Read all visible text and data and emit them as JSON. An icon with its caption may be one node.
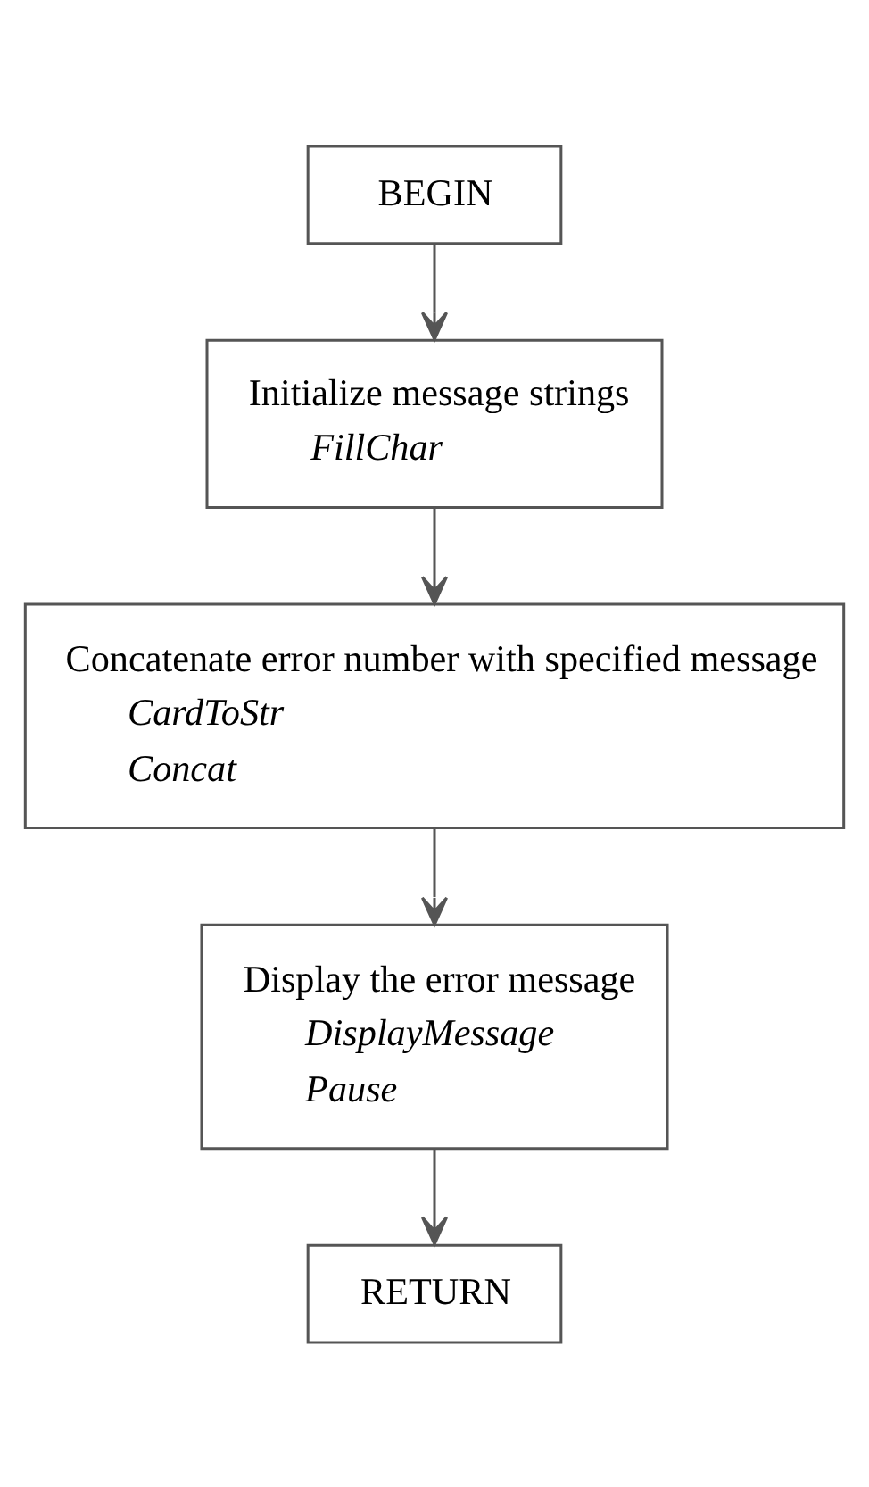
{
  "diagram": {
    "nodes": [
      {
        "text": [
          "BEGIN"
        ]
      },
      {
        "text": [
          "Initialize message strings",
          "FillChar"
        ]
      },
      {
        "text": [
          "Concatenate error number with specified message",
          "CardToStr",
          "Concat"
        ]
      },
      {
        "text": [
          "Display the error message",
          "DisplayMessage",
          "Pause"
        ]
      },
      {
        "text": [
          "RETURN"
        ]
      }
    ],
    "edges": [
      {
        "from": 0,
        "to": 1,
        "arrow": "to"
      },
      {
        "from": 1,
        "to": 2,
        "arrow": "to"
      },
      {
        "from": 2,
        "to": 3,
        "arrow": "to"
      },
      {
        "from": 3,
        "to": 4,
        "arrow": "to"
      }
    ]
  }
}
